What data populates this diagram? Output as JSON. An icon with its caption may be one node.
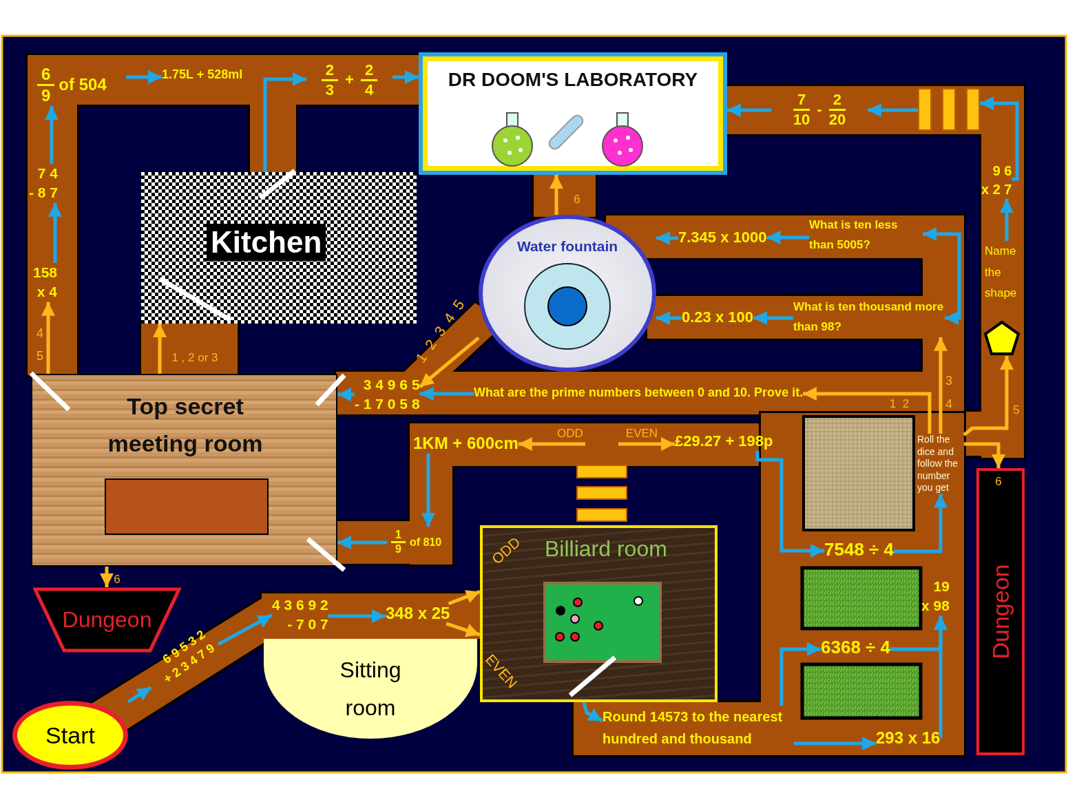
{
  "diagram": {
    "nodes": [
      {
        "text": [
          "Start"
        ]
      },
      {
        "text": [
          "6 9 5 3 2",
          "+ 2 3 4 7 9"
        ]
      },
      {
        "text": [
          "4 3 6 9 2",
          "- 7 0 7"
        ]
      },
      {
        "text": [
          "348 x 25"
        ]
      },
      {
        "text": [
          "Billiard room"
        ]
      },
      {
        "text": [
          "Sitting room"
        ]
      },
      {
        "text": [
          "Round 14573 to the nearest hundred and thousand"
        ]
      },
      {
        "text": [
          "293 x 16"
        ]
      },
      {
        "text": [
          "6368 ÷ 4"
        ]
      },
      {
        "text": [
          "19",
          "x 98"
        ]
      },
      {
        "text": [
          "7548 ÷ 4"
        ]
      },
      {
        "text": [
          "Roll the dice and follow the number you get"
        ]
      },
      {
        "text": [
          "Dungeon"
        ]
      },
      {
        "text": [
          "Name the shape"
        ]
      },
      {
        "text": [],
        "shape": "pentagon"
      },
      {
        "text": [
          "9 6",
          "x 2 7"
        ]
      },
      {
        "text": [
          "7",
          "10",
          "-",
          "2",
          "20"
        ]
      },
      {
        "text": [
          "DR DOOM'S LABORATORY"
        ]
      },
      {
        "text": [
          "2",
          "3",
          "+",
          "2",
          "4"
        ]
      },
      {
        "text": [
          "1.75L + 528ml"
        ]
      },
      {
        "text": [
          "6",
          "9",
          "of 504"
        ]
      },
      {
        "text": [
          "7 4",
          "- 8 7"
        ]
      },
      {
        "text": [
          "158",
          "x 4"
        ]
      },
      {
        "text": [
          "Top secret meeting room"
        ]
      },
      {
        "text": [
          "Kitchen"
        ]
      },
      {
        "text": [
          "Dungeon"
        ]
      },
      {
        "text": [
          "1",
          "9",
          "of 810"
        ]
      },
      {
        "text": [
          "1KM + 600cm"
        ]
      },
      {
        "text": [
          "£29.27 + 198p"
        ]
      },
      {
        "text": [
          "3 4 9 6 5",
          "- 1 7 0 5 8"
        ]
      },
      {
        "text": [
          "What are the prime numbers between 0 and 10. Prove it."
        ]
      },
      {
        "text": [
          "Water fountain"
        ]
      },
      {
        "text": [
          "What is ten less than 5005?"
        ]
      },
      {
        "text": [
          "7.345 x 1000"
        ]
      },
      {
        "text": [
          "What is ten thousand more than 98?"
        ]
      },
      {
        "text": [
          "0.23 x 100"
        ]
      },
      {
        "text": [],
        "shape": "bars"
      },
      {
        "text": [],
        "shape": "box",
        "in": 23
      }
    ],
    "edges": [
      {
        "from": 0,
        "to": 1,
        "arrow": "to"
      },
      {
        "from": 1,
        "to": 2,
        "arrow": "to"
      },
      {
        "from": 2,
        "to": 3,
        "arrow": "to"
      },
      {
        "from": 3,
        "to": 4,
        "arrow": "to",
        "label": "ODD",
        "color": "#ffb81c"
      },
      {
        "from": 3,
        "to": 4,
        "arrow": "to",
        "label": "EVEN",
        "color": "#ffb81c"
      },
      {
        "from": 4,
        "to": 6,
        "arrow": "to"
      },
      {
        "from": 6,
        "to": 7,
        "arrow": "to"
      },
      {
        "from": 6,
        "to": 8,
        "arrow": "to"
      },
      {
        "from": 8,
        "to": 9,
        "arrow": "to"
      },
      {
        "from": 7,
        "to": 9,
        "arrow": "to"
      },
      {
        "from": 28,
        "to": 10,
        "arrow": "to"
      },
      {
        "from": 10,
        "to": 11,
        "arrow": "to"
      },
      {
        "from": 11,
        "to": 30,
        "arrow": "to",
        "label": "1  2",
        "color": "#ffb81c"
      },
      {
        "from": 11,
        "to": 34,
        "arrow": "to",
        "color": "#ffb81c"
      },
      {
        "from": 11,
        "to": 14,
        "arrow": "to",
        "label": "5",
        "color": "#ffb81c"
      },
      {
        "from": 11,
        "to": 12,
        "arrow": "to",
        "label": "6",
        "color": "#ffb81c"
      },
      {
        "from": 13,
        "to": 15,
        "arrow": "to"
      },
      {
        "from": 15,
        "to": 36,
        "arrow": "to"
      },
      {
        "from": 36,
        "to": 16,
        "arrow": "to"
      },
      {
        "from": 16,
        "to": 17,
        "arrow": "to"
      },
      {
        "from": 18,
        "to": 17,
        "arrow": "to"
      },
      {
        "from": 24,
        "to": 18,
        "arrow": "to"
      },
      {
        "from": 20,
        "to": 19,
        "arrow": "to"
      },
      {
        "from": 21,
        "to": 20,
        "arrow": "to"
      },
      {
        "from": 22,
        "to": 21,
        "arrow": "to"
      },
      {
        "from": 23,
        "to": 22,
        "arrow": "to",
        "color": "#ffb81c"
      },
      {
        "from": 23,
        "to": 24,
        "arrow": "to",
        "label": "1 , 2 or 3",
        "color": "#ffb81c"
      },
      {
        "from": 23,
        "to": 25,
        "arrow": "to",
        "label": "6",
        "color": "#ffb81c"
      },
      {
        "from": 29,
        "to": 23,
        "arrow": "to"
      },
      {
        "from": 30,
        "to": 29,
        "arrow": "to"
      },
      {
        "from": 31,
        "to": 29,
        "arrow": "to",
        "label": "1 2 3 4 5",
        "color": "#ffb81c"
      },
      {
        "from": 31,
        "to": 17,
        "arrow": "to",
        "label": "6",
        "color": "#ffb81c"
      },
      {
        "from": 32,
        "to": 33,
        "arrow": "to"
      },
      {
        "from": 34,
        "to": 35,
        "arrow": "to"
      },
      {
        "from": 33,
        "to": 31,
        "arrow": "to"
      },
      {
        "from": 35,
        "to": 31,
        "arrow": "to"
      },
      {
        "from": 32,
        "to": 34,
        "arrow": "both"
      },
      {
        "from": 27,
        "to": 26,
        "arrow": "to"
      },
      {
        "from": 26,
        "to": 23,
        "arrow": "to"
      },
      {
        "from": null,
        "to": 27,
        "arrow": "to",
        "label": "ODD",
        "color": "#ffb81c"
      },
      {
        "from": null,
        "to": 28,
        "arrow": "to",
        "label": "EVEN",
        "color": "#ffb81c"
      }
    ],
    "labels": [
      "4",
      "5",
      "3",
      "4"
    ]
  }
}
